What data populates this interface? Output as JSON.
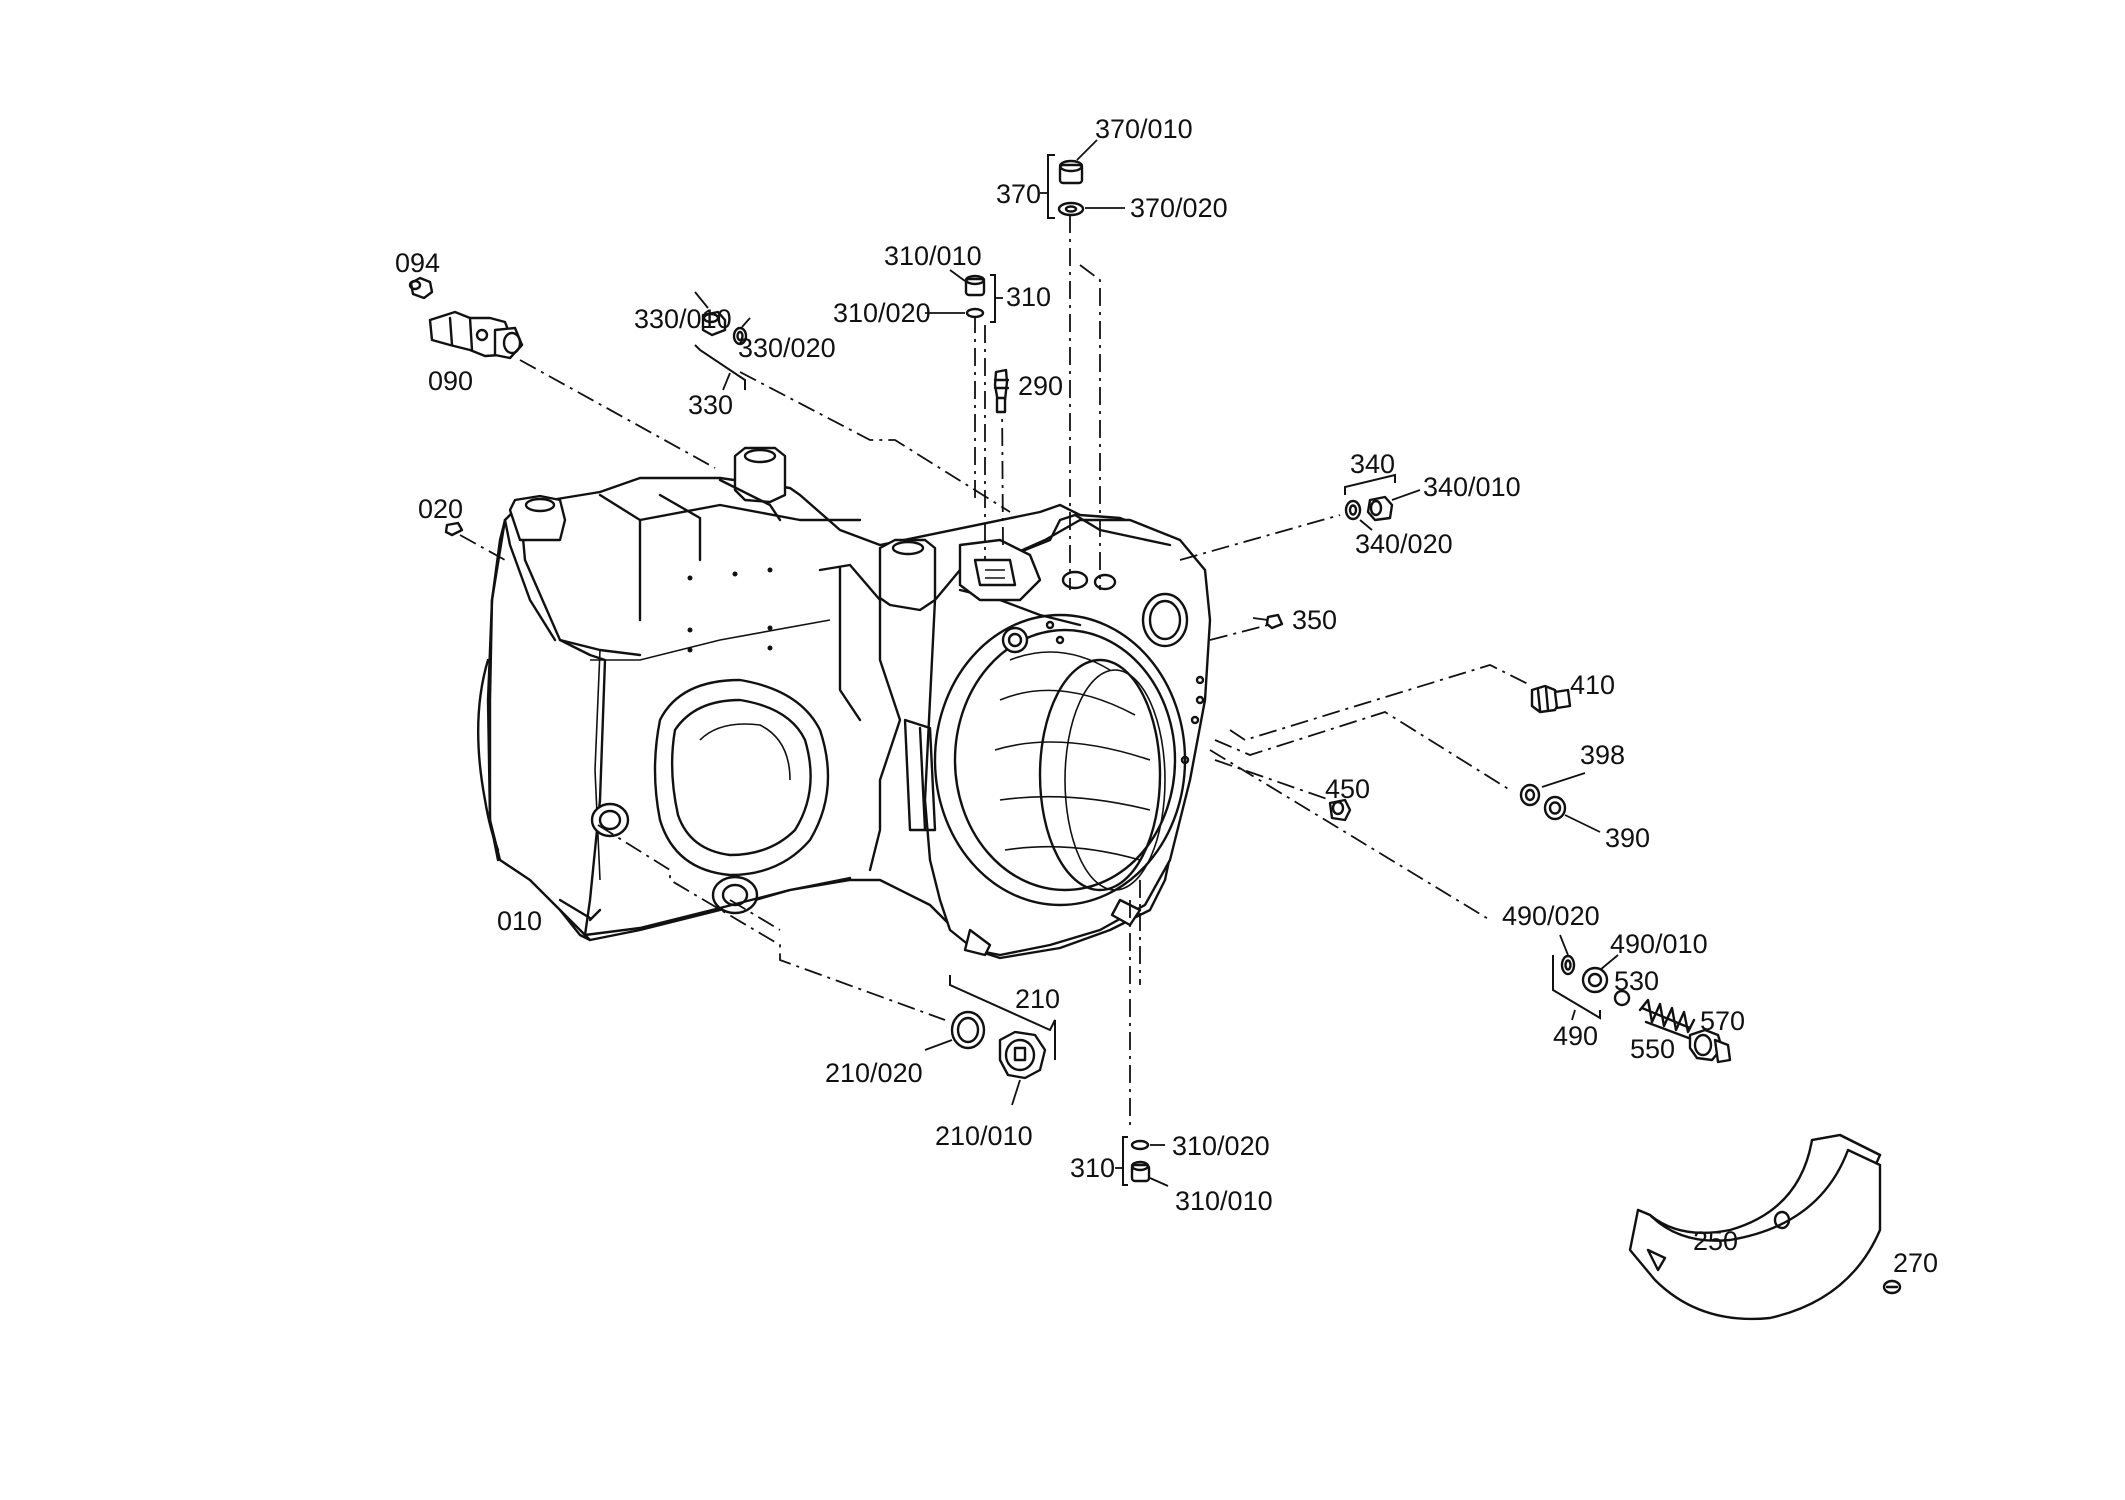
{
  "labels": {
    "l_370_010": "370/010",
    "l_370": "370",
    "l_370_020": "370/020",
    "l_094": "094",
    "l_090": "090",
    "l_310_010_top": "310/010",
    "l_310_top": "310",
    "l_310_020_top": "310/020",
    "l_330_010": "330/010",
    "l_330_020": "330/020",
    "l_330": "330",
    "l_290": "290",
    "l_340": "340",
    "l_340_010": "340/010",
    "l_340_020": "340/020",
    "l_020": "020",
    "l_350": "350",
    "l_410": "410",
    "l_398": "398",
    "l_390": "390",
    "l_450": "450",
    "l_490_020": "490/020",
    "l_490_010": "490/010",
    "l_530": "530",
    "l_490": "490",
    "l_550": "550",
    "l_570": "570",
    "l_010": "010",
    "l_210": "210",
    "l_210_020": "210/020",
    "l_210_010": "210/010",
    "l_310_020_bot": "310/020",
    "l_310_bot": "310",
    "l_310_010_bot": "310/010",
    "l_250": "250",
    "l_270": "270"
  }
}
